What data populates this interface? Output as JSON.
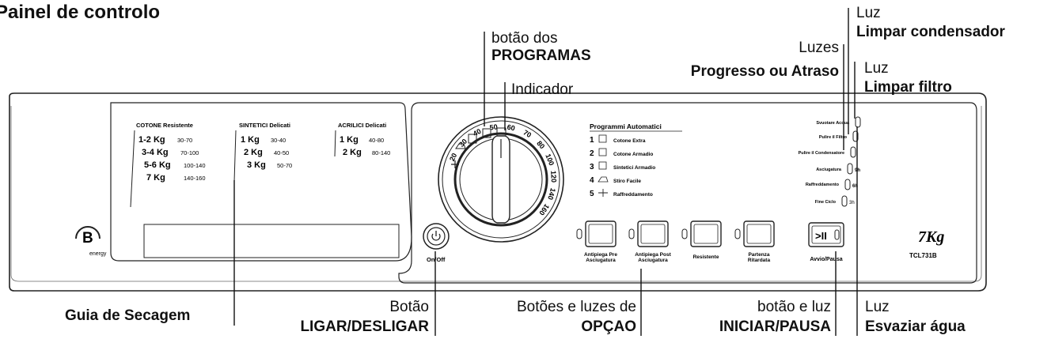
{
  "title": "Painel de controlo",
  "callouts": {
    "programs": {
      "line1": "botão dos",
      "line2": "PROGRAMAS"
    },
    "indicator": {
      "line1": "Indicador"
    },
    "progress": {
      "line1": "Luzes",
      "line2": "Progresso ou Atraso"
    },
    "condenser": {
      "line1": "Luz",
      "line2": "Limpar condensador"
    },
    "filter": {
      "line1": "Luz",
      "line2": "Limpar filtro"
    },
    "guide": {
      "line2": "Guia de Secagem"
    },
    "onoff": {
      "line1": "Botão",
      "line2": "LIGAR/DESLIGAR"
    },
    "options": {
      "line1": "Botões e luzes de",
      "line2": "OPÇAO"
    },
    "startpause": {
      "line1": "botão e luz",
      "line2": "INICIAR/PAUSA"
    },
    "water": {
      "line1": "Luz",
      "line2": "Esvaziar água"
    }
  },
  "panel": {
    "guide": {
      "columns": [
        {
          "header": "COTONE Resistente",
          "rows": [
            {
              "kg": "1-2 Kg",
              "min": "30-70"
            },
            {
              "kg": "3-4 Kg",
              "min": "70-100"
            },
            {
              "kg": "5-6 Kg",
              "min": "100-140"
            },
            {
              "kg": "7 Kg",
              "min": "140-160"
            }
          ]
        },
        {
          "header": "SINTETICI Delicati",
          "rows": [
            {
              "kg": "1 Kg",
              "min": "30-40"
            },
            {
              "kg": "2 Kg",
              "min": "40-50"
            },
            {
              "kg": "3 Kg",
              "min": "50-70"
            }
          ]
        },
        {
          "header": "ACRILICI Delicati",
          "rows": [
            {
              "kg": "1 Kg",
              "min": "40-80"
            },
            {
              "kg": "2 Kg",
              "min": "80-140"
            }
          ]
        }
      ]
    },
    "energy_letter": "B",
    "energy_word": "energy",
    "onoff_label": "On/Off",
    "dial_numbers": [
      "20",
      "30",
      "40",
      "50",
      "60",
      "70",
      "80",
      "100",
      "120",
      "140",
      "160"
    ],
    "auto_programs": {
      "header": "Programmi Automatici",
      "items": [
        {
          "num": "1",
          "label": "Cotone Extra"
        },
        {
          "num": "2",
          "label": "Cotone Armadio"
        },
        {
          "num": "3",
          "label": "Sintetici Armadio"
        },
        {
          "num": "4",
          "label": "Stiro Facile"
        },
        {
          "num": "5",
          "label": "Raffreddamento"
        }
      ]
    },
    "option_buttons": [
      {
        "line1": "Antipiega Pre",
        "line2": "Asciugatura"
      },
      {
        "line1": "Antipiega Post",
        "line2": "Asciugatura"
      },
      {
        "line1": "Resistente",
        "line2": ""
      },
      {
        "line1": "Partenza",
        "line2": "Ritardata"
      }
    ],
    "start_symbol": ">II",
    "start_label": "Avvio/Pausa",
    "status_lights": [
      {
        "label": "Svuotare Acqua",
        "time": ""
      },
      {
        "label": "Pulire il Filtro",
        "time": ""
      },
      {
        "label": "Pulire il Condensatore",
        "time": ""
      },
      {
        "label": "Asciugatura",
        "time": "9h"
      },
      {
        "label": "Raffreddamento",
        "time": "6h"
      },
      {
        "label": "Fine Ciclo",
        "time": "3h"
      }
    ],
    "capacity": "7Kg",
    "model": "TCL731B"
  }
}
